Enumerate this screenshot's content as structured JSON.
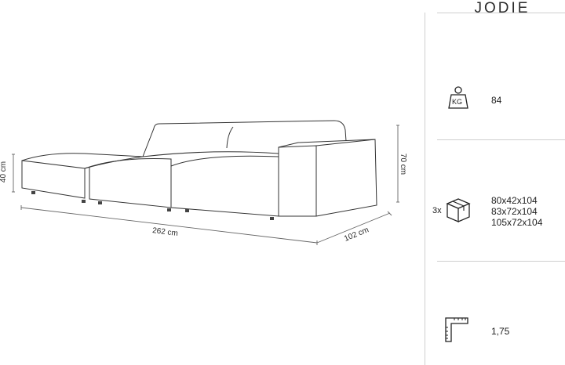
{
  "brand": "JODIE",
  "dimensions": {
    "seat_height": "40 cm",
    "total_height": "70 cm",
    "width": "262 cm",
    "depth": "102 cm"
  },
  "specs": {
    "weight": {
      "icon": "weight-kg-icon",
      "icon_label": "KG",
      "value": "84"
    },
    "packages": {
      "icon": "package-box-icon",
      "count": "3x",
      "sizes": [
        "80x42x104",
        "83x72x104",
        "105x72x104"
      ]
    },
    "area": {
      "icon": "ruler-square-icon",
      "value": "1,75"
    }
  }
}
